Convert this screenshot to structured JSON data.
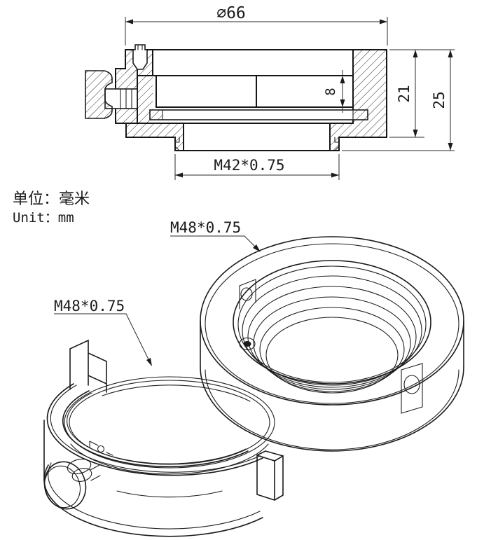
{
  "colors": {
    "line": "#1a1a1a",
    "background": "#ffffff"
  },
  "unit_note": {
    "cn": "单位：毫米",
    "en": "Unit：mm"
  },
  "section_view": {
    "dim_outer_diameter": "∅66",
    "dim_glass_thickness": "8",
    "dim_inner_height": "21",
    "dim_total_height": "25",
    "dim_bottom_thread": "M42*0.75"
  },
  "iso_view": {
    "dim_upper_ring_thread": "M48*0.75",
    "dim_clamp_ring_thread": "M48*0.75"
  }
}
